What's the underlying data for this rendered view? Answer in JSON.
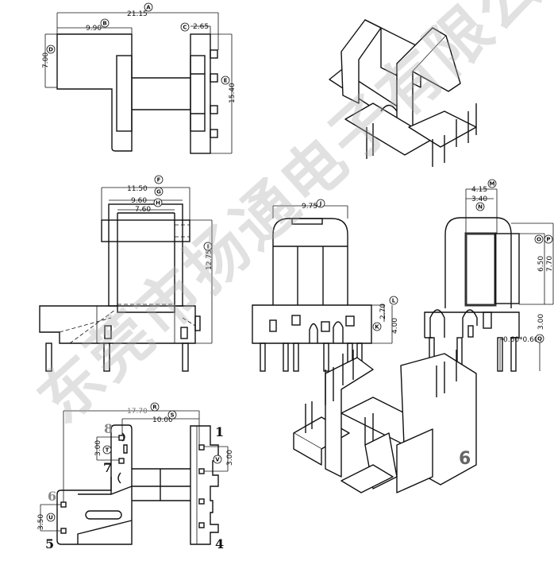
{
  "drawing": {
    "top_view": {
      "A": "21.15",
      "B": "9.90",
      "C": "2.65",
      "D": "7.00",
      "E": "15.40"
    },
    "front_view": {
      "F": "11.50",
      "G": "9.60",
      "H": "7.60",
      "I": "12.75"
    },
    "side_view": {
      "J": "9.75",
      "K": "2.70",
      "L": "4.00"
    },
    "section_view": {
      "M": "4.15",
      "N": "3.40",
      "O": "6.50",
      "P": "7.70",
      "Q": "0.60*0.60",
      "pin_len": "3.00"
    },
    "bottom_view": {
      "R": "17.70",
      "S": "10.00",
      "T": "3.00",
      "U": "3.50",
      "V": "3.00",
      "pins": {
        "p1": "1",
        "p4": "4",
        "p5": "5",
        "p6": "6",
        "p7": "7",
        "p8": "8"
      }
    },
    "figure_number": "6",
    "letters": {
      "A": "A",
      "B": "B",
      "C": "C",
      "D": "D",
      "E": "E",
      "F": "F",
      "G": "G",
      "H": "H",
      "I": "I",
      "J": "J",
      "K": "K",
      "L": "L",
      "M": "M",
      "N": "N",
      "O": "O",
      "P": "P",
      "Q": "Q",
      "R": "R",
      "S": "S",
      "T": "T",
      "U": "U",
      "V": "V"
    }
  },
  "watermark": "东莞市扬通电子有限公司"
}
